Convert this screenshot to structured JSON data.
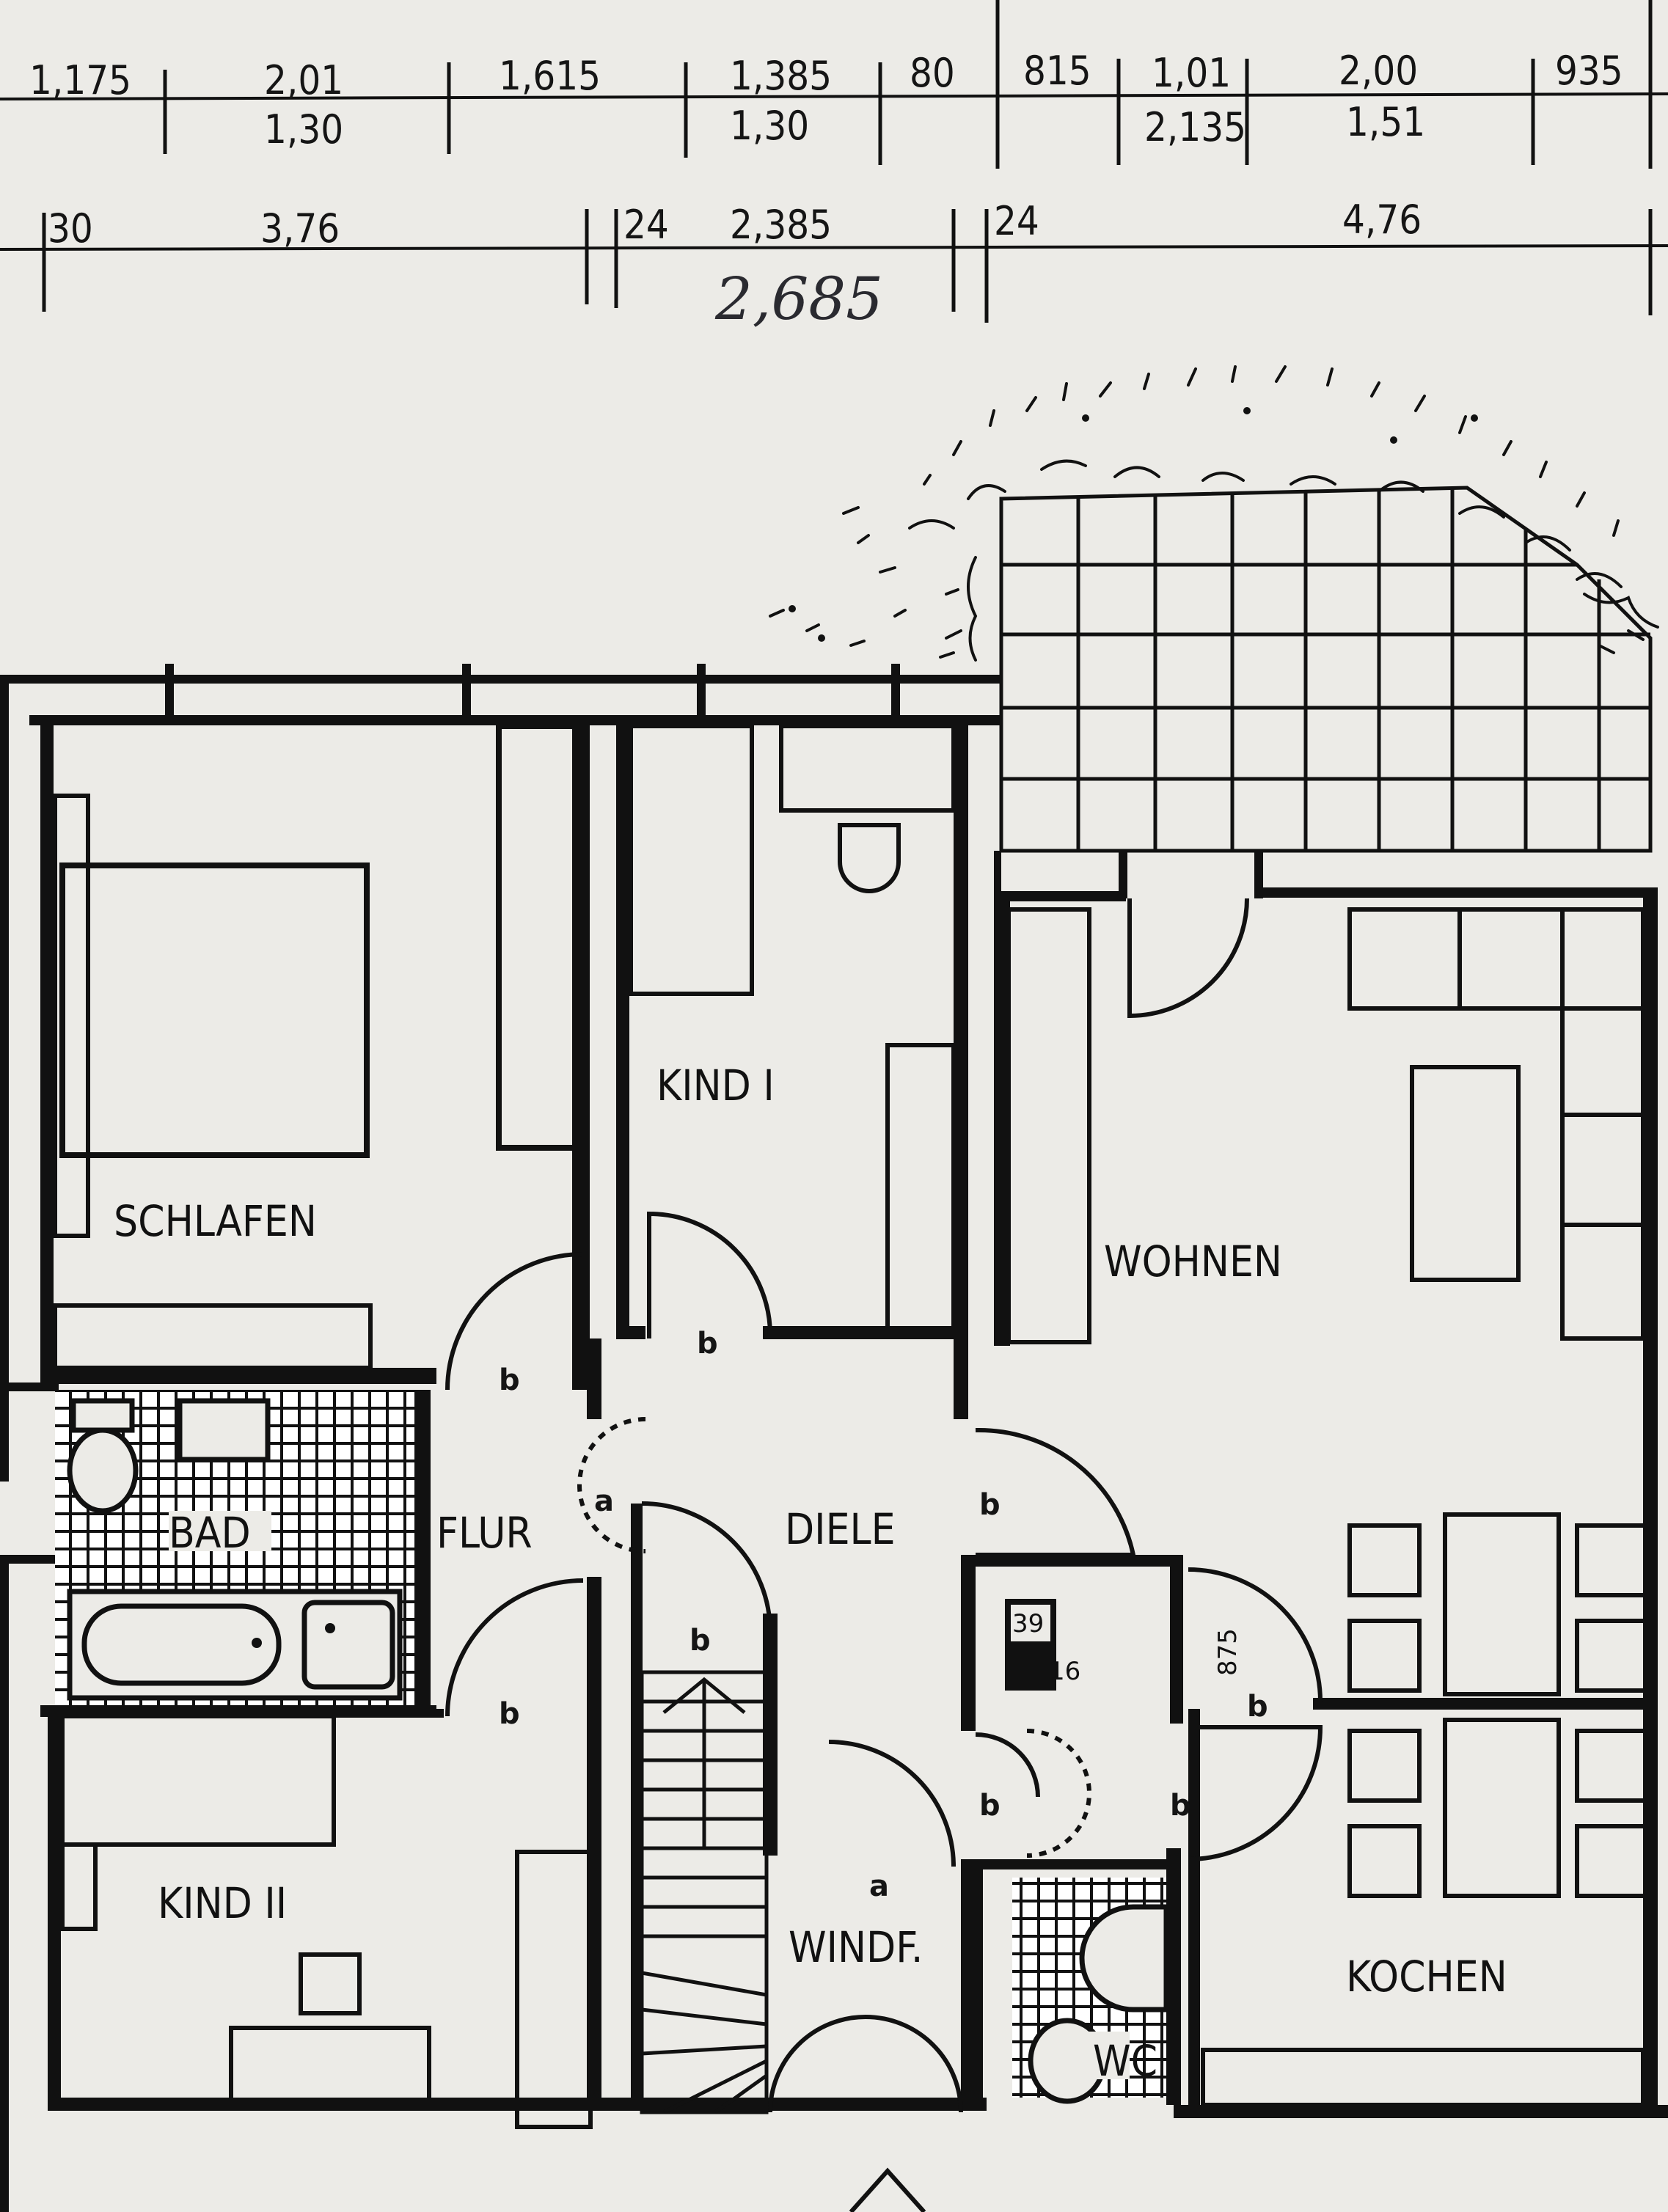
{
  "rooms": {
    "schlafen": "SCHLAFEN",
    "kind1": "KIND I",
    "kind2": "KIND II",
    "wohnen": "WOHNEN",
    "diele": "DIELE",
    "flur": "FLUR",
    "bad": "BAD",
    "windf": "WINDF.",
    "kochen": "KOCHEN",
    "wc": "WC"
  },
  "dimensions": {
    "top_row1": [
      "1,175",
      "2,01",
      "1,615",
      "1,385",
      "80",
      "815",
      "1,01",
      "2,00",
      "935"
    ],
    "top_row1_lower": [
      "1,30",
      "1,30",
      "2,135",
      "1,51"
    ],
    "top_row2": [
      "30",
      "3,76",
      "24",
      "2,385",
      "24",
      "4,76"
    ],
    "handwritten": "2,685"
  },
  "door_marks": {
    "b": "b",
    "a": "a"
  },
  "small_labels": {
    "shaft_39": "39",
    "shaft_side": "875",
    "shaft_inner": "16"
  }
}
